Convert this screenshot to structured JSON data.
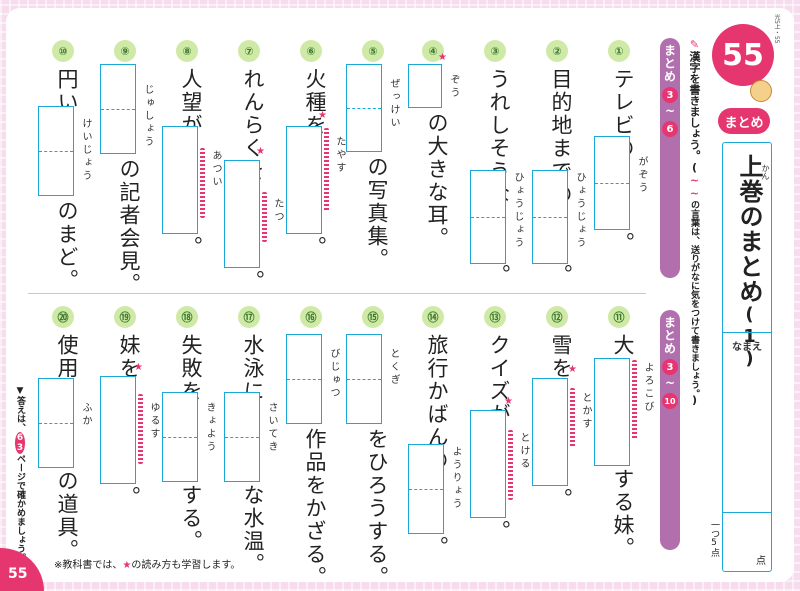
{
  "page_ref": "光5上・55",
  "lesson_number": "55",
  "badge_label": "まとめ",
  "title": "上巻のまとめ",
  "title_ruby": "かん",
  "title_suffix": "(1)",
  "name_label": "なまえ",
  "score_label": "一つ5点",
  "score_unit": "点",
  "instruction": {
    "icon": "pencil-icon",
    "main": "漢字を書きましょう。",
    "paren_open": "(",
    "paren_text": "の言葉は、送りがなに気をつけて書きましょう。",
    "paren_close": ")"
  },
  "tag_top": {
    "label": "まとめ",
    "from": "3",
    "tilde": "~",
    "to": "6"
  },
  "tag_bottom": {
    "label": "まとめ",
    "from": "3",
    "tilde": "~",
    "to": "10"
  },
  "footnote": {
    "prefix": "※教科書では、",
    "star": "★",
    "suffix": "の読み方も学習します。"
  },
  "answer_note": {
    "pre": "▼答えは、",
    "page": "63",
    "post": "ページで確かめましょう。"
  },
  "page_number": "55",
  "colors": {
    "accent": "#e5366f",
    "box": "#1aa9d6",
    "badge": "#cfe9a6",
    "tag": "#b16fae"
  },
  "questions": [
    {
      "n": "①",
      "pre": "テレビの",
      "reading": "がぞう",
      "post": "。"
    },
    {
      "n": "②",
      "pre": "目的地までの",
      "reading": "ひょうじょう",
      "post": "。"
    },
    {
      "n": "③",
      "pre": "うれしそうな",
      "reading": "ひょうじょう",
      "post": "。"
    },
    {
      "n": "④",
      "reading": "ぞう",
      "post": "の大きな耳。"
    },
    {
      "n": "⑤",
      "reading": "ぜっけい",
      "post": "の写真集。"
    },
    {
      "n": "⑥",
      "pre": "火種を",
      "reading": "たやす",
      "post": "。"
    },
    {
      "n": "⑦",
      "pre": "れんらくを",
      "reading": "たつ",
      "post": "。"
    },
    {
      "n": "⑧",
      "pre": "人望が",
      "reading": "あつい",
      "post": "。"
    },
    {
      "n": "⑨",
      "reading": "じゅしょう",
      "post": "の記者会見。"
    },
    {
      "n": "⑩",
      "pre": "円い",
      "reading": "けいじょう",
      "post": "のまど。"
    },
    {
      "n": "⑪",
      "pre": "大",
      "reading": "よろこび",
      "post": "する妹。"
    },
    {
      "n": "⑫",
      "pre": "雪を",
      "reading": "とかす",
      "post": "。"
    },
    {
      "n": "⑬",
      "pre": "クイズが",
      "reading": "とける",
      "post": "。"
    },
    {
      "n": "⑭",
      "pre": "旅行かばんの",
      "reading": "ようりょう",
      "post": "。"
    },
    {
      "n": "⑮",
      "reading": "とくぎ",
      "post": "をひろうする。"
    },
    {
      "n": "⑯",
      "reading": "びじゅつ",
      "post": "作品をかざる。"
    },
    {
      "n": "⑰",
      "pre": "水泳に",
      "reading": "さいてき",
      "post": "な水温。"
    },
    {
      "n": "⑱",
      "pre": "失敗を",
      "reading": "きょよう",
      "post": "する。"
    },
    {
      "n": "⑲",
      "pre": "妹を",
      "reading": "ゆるす",
      "post": "。"
    },
    {
      "n": "⑳",
      "pre": "使用",
      "reading": "ふか",
      "post": "の道具。"
    }
  ]
}
